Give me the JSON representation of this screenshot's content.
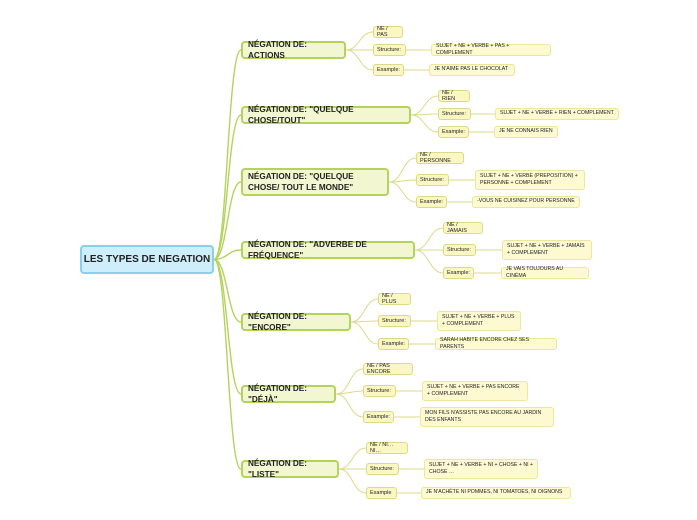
{
  "root": {
    "label": "LES TYPES DE NEGATION"
  },
  "branches": [
    {
      "title": "NÉGATION DE: ACTIONS",
      "form": "NE / PAS",
      "structure_label": "Structure:",
      "structure": "SUJET + NE + VERBE + PAS + COMPLEMENT",
      "example_label": "Example:",
      "example": "JE N'AIME PAS LE CHOCOLAT"
    },
    {
      "title": "NÉGATION DE: \"QUELQUE CHOSE/TOUT\"",
      "form": "NE / RIEN",
      "structure_label": "Structure:",
      "structure": "SUJET + NE + VERBE + RIEN + COMPLEMENT",
      "example_label": "Example:",
      "example": "JE NE CONNAIS RIEN"
    },
    {
      "title": "NÉGATION DE: \"QUELQUE CHOSE/ TOUT LE MONDE\"",
      "form": "NE / PERSONNE",
      "structure_label": "Structure:",
      "structure": "SUJET + NE + VERBE (PREPOSITION) + PERSONNE + COMPLEMENT",
      "example_label": "Example:",
      "example": "-VOUS NE CUISINEZ POUR PERSONNE"
    },
    {
      "title": "NÉGATION DE: \"ADVERBE DE FRÉQUENCE\"",
      "form": "NE / JAMAIS",
      "structure_label": "Structure:",
      "structure": "SUJET + NE + VERBE + JAMAIS + COMPLEMENT",
      "example_label": "Example:",
      "example": "JE VAIS TOUJOURS AU CINÉMA"
    },
    {
      "title": "NÉGATION DE: \"ENCORE\"",
      "form": "NE / PLUS",
      "structure_label": "Structure:",
      "structure": "SUJET + NE + VERBE + PLUS + COMPLEMENT",
      "example_label": "Example:",
      "example": "SARAH HABITE ENCORE CHEZ SES PARENTS"
    },
    {
      "title": "NÉGATION DE: \"DÉJÀ\"",
      "form": "NE / PAS ENCORE",
      "structure_label": "Structure:",
      "structure": "SUJET + NE + VERBE + PAS ENCORE + COMPLEMENT",
      "example_label": "Example:",
      "example": "MON FILS N'ASSISTE PAS ENCORE AU JARDIN DES ENFANTS"
    },
    {
      "title": "NÉGATION DE: \"LISTE\"",
      "form": "NE / NI… NI…",
      "structure_label": "Structure:",
      "structure": "SUJET + NE + VERBE + NI + CHOSE + NI + CHOSE …",
      "example_label": "Example",
      "example": "JE N'ACHÈTE NI POMMES, NI TOMATOES, NI OIGNONS"
    }
  ],
  "colors": {
    "root_fill": "#cfeefb",
    "branch_line": "#b4d35d",
    "sub_line": "#ddd98a",
    "category_fill": "#f2f7d2",
    "leaf_fill": "#fdf9d0"
  }
}
